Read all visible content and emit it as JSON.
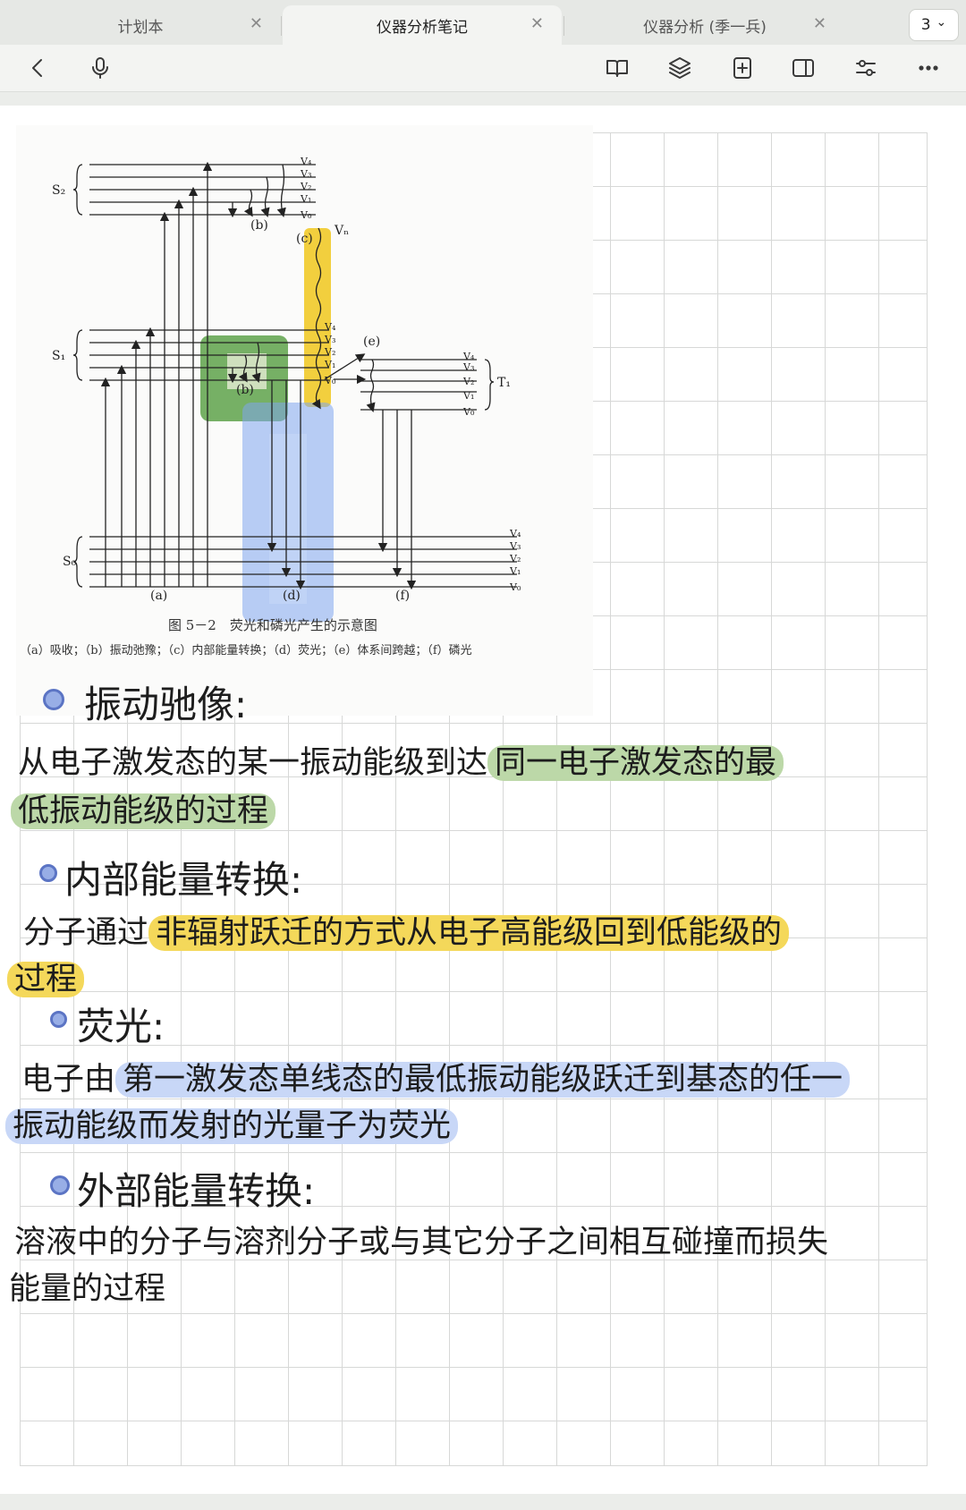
{
  "tabs": [
    {
      "label": "计划本",
      "close": "✕"
    },
    {
      "label": "仪器分析笔记",
      "close": "✕"
    },
    {
      "label": "仪器分析 (季一兵)",
      "close": "✕"
    }
  ],
  "tab_count": {
    "value": "3",
    "chevron": "⌄"
  },
  "toolbar": {
    "left_icons": [
      "back-icon",
      "microphone-icon"
    ],
    "right_icons": [
      "book-icon",
      "layers-icon",
      "add-page-icon",
      "sidebar-icon",
      "sliders-icon",
      "more-icon"
    ]
  },
  "figure": {
    "labels": {
      "s2": "S₂",
      "s1": "S₁",
      "s0": "S₀",
      "t1": "T₁",
      "a": "(a)",
      "b_top": "(b)",
      "b_mid": "(b)",
      "c": "(c)",
      "d": "(d)",
      "e": "(e)",
      "f": "(f)",
      "vn": "Vₙ",
      "levels": [
        "V₄",
        "V₃",
        "V₂",
        "V₁",
        "V₀"
      ]
    },
    "caption": "图 5－2　荧光和磷光产生的示意图",
    "legend": "（a）吸收；（b）振动弛豫；（c）内部能量转换；（d）荧光；（e）体系间跨越；（f）磷光",
    "highlight_colors": {
      "green": "#5ea24a",
      "yellow": "#f2cf3e",
      "blue": "#7fa6ee"
    }
  },
  "notes": [
    {
      "heading": "振动驰像:",
      "line1_plain": "从电子激发态的某一振动能级到达",
      "line1_highlight": "同一电子激发态的最",
      "line2_highlight": "低振动能级的过程",
      "highlight": "green"
    },
    {
      "heading": "内部能量转换:",
      "line1_plain": "分子通过",
      "line1_highlight": "非辐射跃迁的方式从电子高能级回到低能级的",
      "line2_highlight": "过程",
      "highlight": "yellow"
    },
    {
      "heading": "荧光:",
      "line1_plain": "电子由",
      "line1_highlight": "第一激发态单线态的最低振动能级跃迁到基态的任一",
      "line2_highlight": "振动能级而发射的光量子为荧光",
      "highlight": "blue"
    },
    {
      "heading": "外部能量转换:",
      "line1_plain": "溶液中的分子与溶剂分子或与其它分子之间相互碰撞而损失",
      "line2_plain": "能量的过程"
    }
  ]
}
